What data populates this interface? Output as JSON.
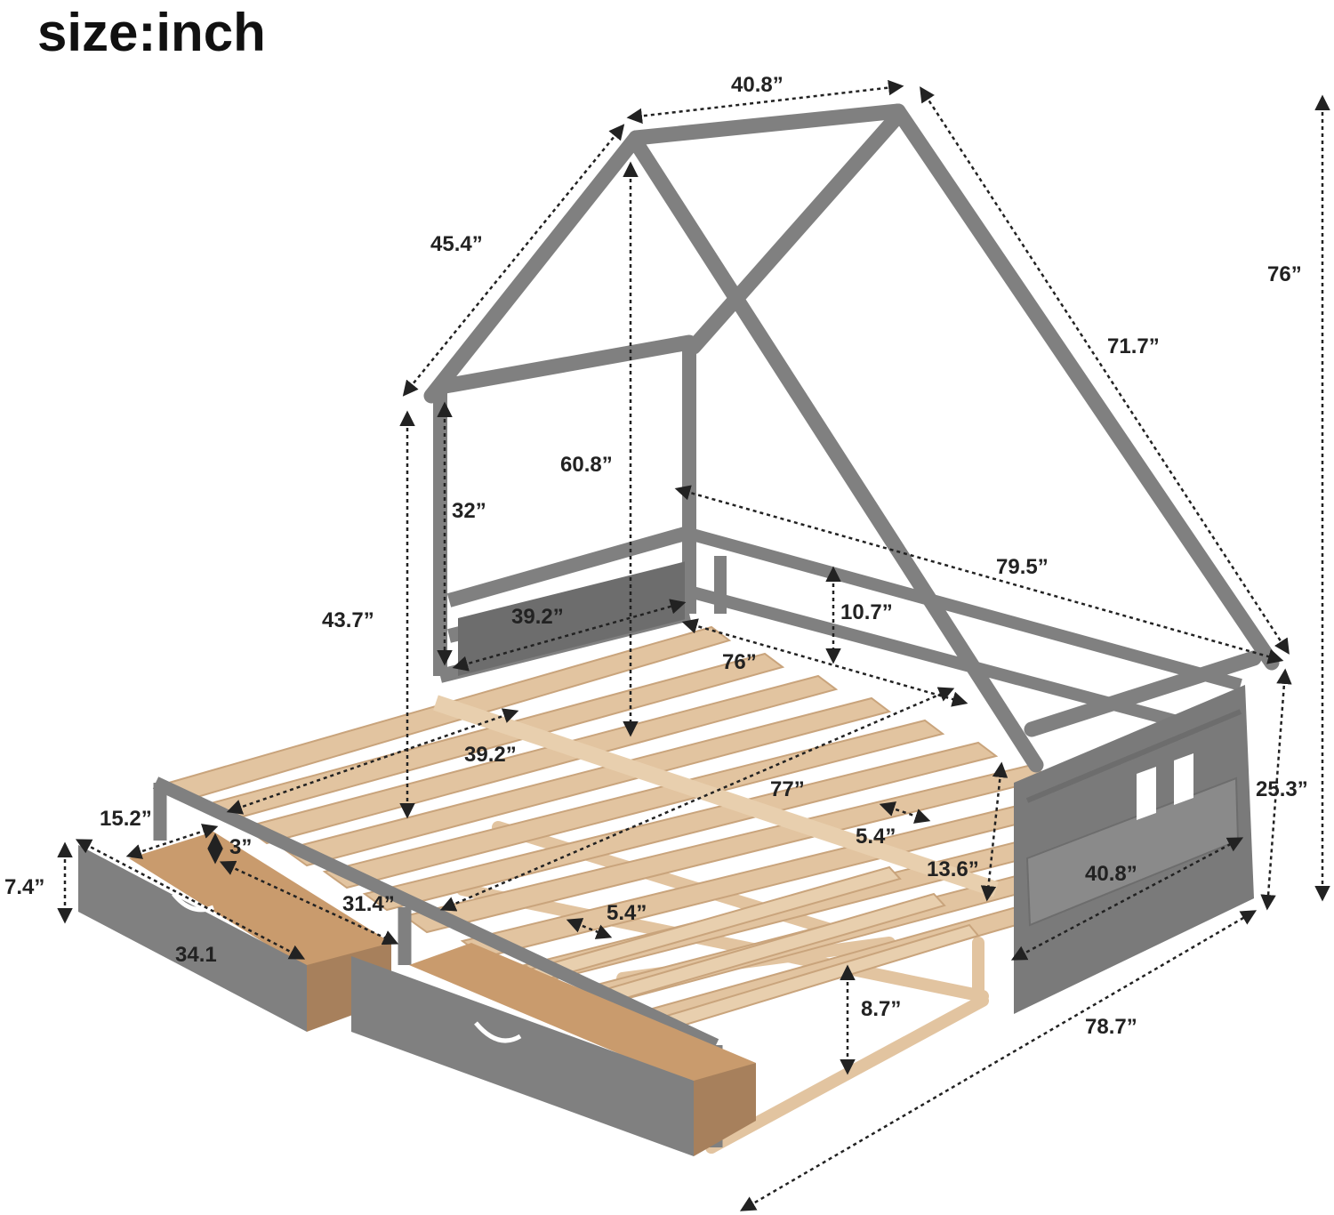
{
  "title": "size:inch",
  "colors": {
    "frame": "#808080",
    "frame_dark": "#6d6d6d",
    "wood": "#e2c4a0",
    "wood_dark": "#c9a47c",
    "drawer_inside": "#c99b6d",
    "dimension_line": "#222222"
  },
  "labels": {
    "roof_width": "40.8”",
    "roof_slope_left": "45.4”",
    "overall_height": "76”",
    "roof_slope_right": "71.7”",
    "inner_height": "60.8”",
    "post_height": "32”",
    "top_length": "79.5”",
    "side_height": "43.7”",
    "head_width": "39.2”",
    "rail_height": "10.7”",
    "slat_length": "76”",
    "trundle_width": "39.2”",
    "trundle_length": "77”",
    "foot_height": "25.3”",
    "drawer_depth": "15.2”",
    "drawer_inner_height": "3”",
    "slat_gap_right": "5.4”",
    "drawer_height": "7.4”",
    "rail_gap": "13.6”",
    "foot_width": "40.8”",
    "drawer_length": "31.4”",
    "slat_gap_left": "5.4”",
    "drawer_width": "34.1",
    "trundle_clearance": "8.7”",
    "overall_length": "78.7”"
  }
}
